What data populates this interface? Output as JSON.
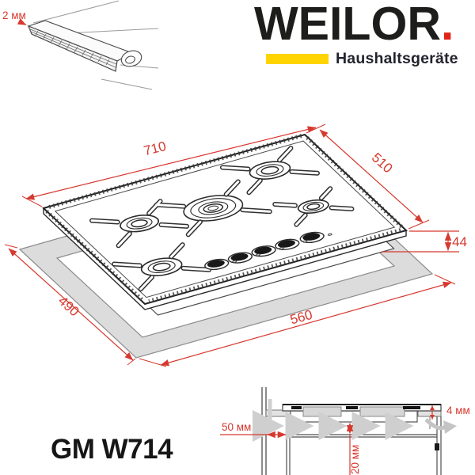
{
  "brand": {
    "name": "WEILOR",
    "dot": ".",
    "tagline": "Haushaltsgeräte",
    "logo_red": "#E2231A",
    "logo_yellow": "#FFD400",
    "ink_color": "#1D1D1B"
  },
  "model": "GM W714",
  "edge_detail": {
    "label": "2 мм"
  },
  "hob_dimensions": {
    "width_mm": "710",
    "depth_mm": "510",
    "height_mm": "44"
  },
  "cutout_dimensions": {
    "width_mm": "560",
    "depth_mm": "490"
  },
  "installation_clearances": {
    "rear_wall": "50 мм",
    "under_hob": "20 мм",
    "edge_gap": "4 мм"
  },
  "drawing_colors": {
    "dimension_red": "#D6392F",
    "outline": "#2B2B2B",
    "counter_gray": "#DCDCDC"
  }
}
